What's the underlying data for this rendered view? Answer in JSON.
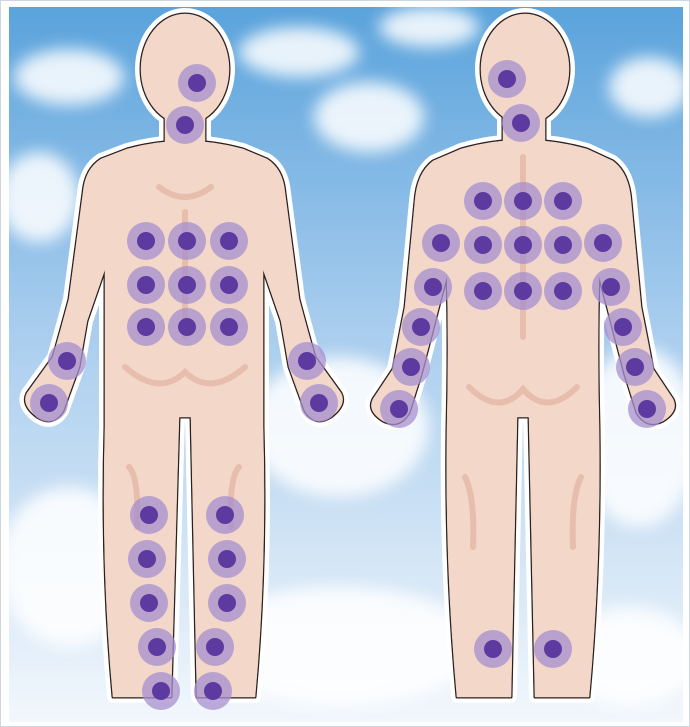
{
  "colors": {
    "sky_top": "#5aa3dc",
    "sky_mid": "#a9cdee",
    "sky_bottom": "#f2f7fc",
    "cloud": "#ffffff",
    "skin": "#f3d7c9",
    "skin_shade": "#e4b6a6",
    "outline": "#2a2020",
    "halo": "#ffffff",
    "marker_outer": "#a58fce",
    "marker_inner": "#5d3aa0"
  },
  "figures": [
    {
      "view": "front",
      "icon": "human-figure-front",
      "markers": {
        "neck": 2,
        "torso": 9,
        "wrists_hands": 4,
        "legs": 10
      }
    },
    {
      "view": "back",
      "icon": "human-figure-back",
      "markers": {
        "neck": 2,
        "back": 9,
        "arms": 10,
        "ankles": 2
      }
    }
  ]
}
